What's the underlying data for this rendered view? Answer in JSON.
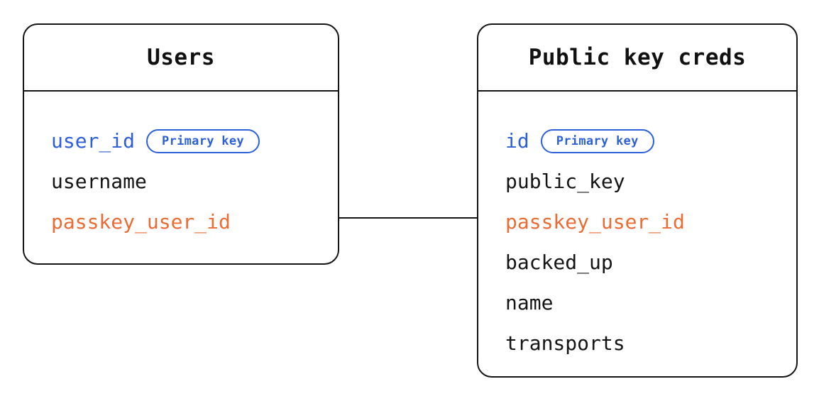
{
  "diagram": {
    "type": "entity-relationship-diagram",
    "background_color": "#ffffff",
    "border_color": "#141414",
    "colors": {
      "primary_key": "#2c5fd8",
      "foreign_key": "#ec6b35",
      "text": "#141414",
      "badge_border": "#2c5fd8"
    }
  },
  "entities": [
    {
      "id": "users",
      "title": "Users",
      "fields": [
        {
          "name": "user_id",
          "role": "primary",
          "badge": "Primary key"
        },
        {
          "name": "username",
          "role": "plain",
          "badge": null
        },
        {
          "name": "passkey_user_id",
          "role": "foreign",
          "badge": null
        }
      ]
    },
    {
      "id": "public_key_creds",
      "title": "Public key creds",
      "fields": [
        {
          "name": "id",
          "role": "primary",
          "badge": "Primary key"
        },
        {
          "name": "public_key",
          "role": "plain",
          "badge": null
        },
        {
          "name": "passkey_user_id",
          "role": "foreign",
          "badge": null
        },
        {
          "name": "backed_up",
          "role": "plain",
          "badge": null
        },
        {
          "name": "name",
          "role": "plain",
          "badge": null
        },
        {
          "name": "transports",
          "role": "plain",
          "badge": null
        }
      ]
    }
  ],
  "relationships": [
    {
      "id": "users-to-public-key-creds",
      "from_entity": "users",
      "from_field": "passkey_user_id",
      "to_entity": "public_key_creds",
      "to_field": "passkey_user_id",
      "style": "solid-line"
    }
  ]
}
